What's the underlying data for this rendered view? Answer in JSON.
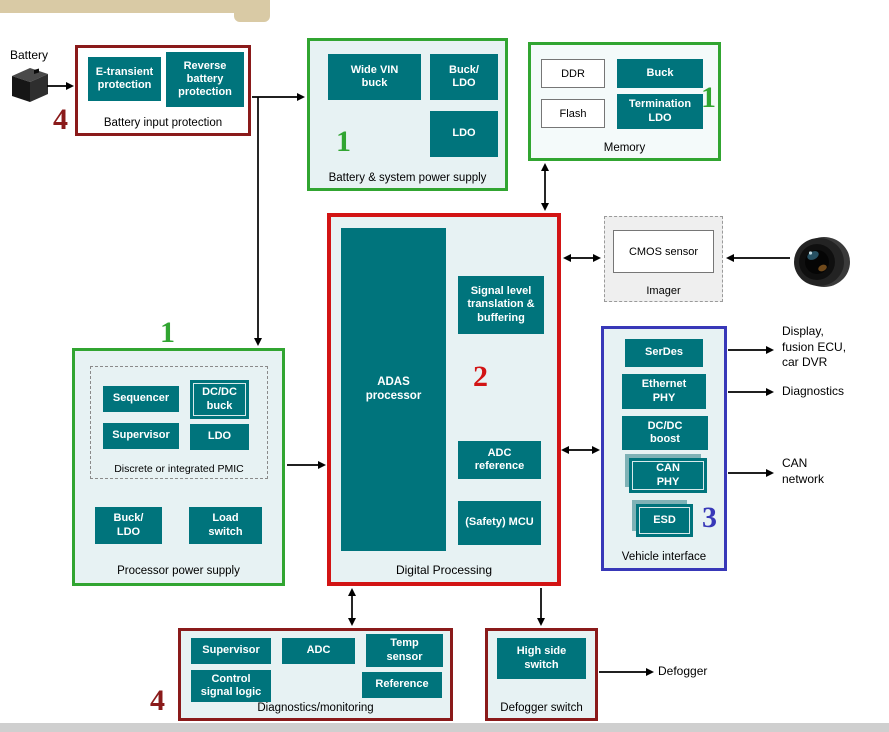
{
  "colors": {
    "teal": "#00747c",
    "green": "#31a531",
    "red": "#d21414",
    "dark_red": "#8a1a1a",
    "blue": "#3838b8",
    "panel_fill": "#e7f2f3",
    "imager_fill": "#efefef"
  },
  "external": {
    "battery": "Battery",
    "display": "Display,\nfusion ECU,\ncar DVR",
    "diagnostics": "Diagnostics",
    "can": "CAN\nnetwork",
    "defogger": "Defogger"
  },
  "battery_protection": {
    "number": "4",
    "title": "Battery input protection",
    "etransient": "E-transient\nprotection",
    "reverse": "Reverse\nbattery\nprotection"
  },
  "system_power": {
    "number": "1",
    "title": "Battery & system power supply",
    "wide_vin": "Wide VIN\nbuck",
    "buck_ldo": "Buck/\nLDO",
    "ldo": "LDO"
  },
  "memory": {
    "number": "1",
    "title": "Memory",
    "ddr": "DDR",
    "flash": "Flash",
    "buck": "Buck",
    "termination_ldo": "Termination\nLDO"
  },
  "imager": {
    "title": "Imager",
    "cmos": "CMOS sensor"
  },
  "processor_power": {
    "number": "1",
    "title": "Processor power supply",
    "pmic_title": "Discrete or integrated PMIC",
    "sequencer": "Sequencer",
    "supervisor": "Supervisor",
    "dcdc_buck": "DC/DC\nbuck",
    "ldo": "LDO",
    "buck_ldo": "Buck/\nLDO",
    "load_switch": "Load\nswitch"
  },
  "digital_processing": {
    "number": "2",
    "title": "Digital Processing",
    "adas": "ADAS\nprocessor",
    "signal": "Signal level\ntranslation &\nbuffering",
    "adc_reference": "ADC\nreference",
    "safety_mcu": "(Safety) MCU"
  },
  "vehicle_interface": {
    "number": "3",
    "title": "Vehicle interface",
    "serdes": "SerDes",
    "ethernet_phy": "Ethernet\nPHY",
    "dcdc_boost": "DC/DC\nboost",
    "can_phy": "CAN\nPHY",
    "esd": "ESD"
  },
  "diagnostics_monitoring": {
    "number": "4",
    "title": "Diagnostics/monitoring",
    "supervisor": "Supervisor",
    "adc": "ADC",
    "temp_sensor": "Temp\nsensor",
    "control_logic": "Control\nsignal logic",
    "reference": "Reference"
  },
  "defogger_switch": {
    "title": "Defogger switch",
    "high_side": "High side\nswitch"
  }
}
